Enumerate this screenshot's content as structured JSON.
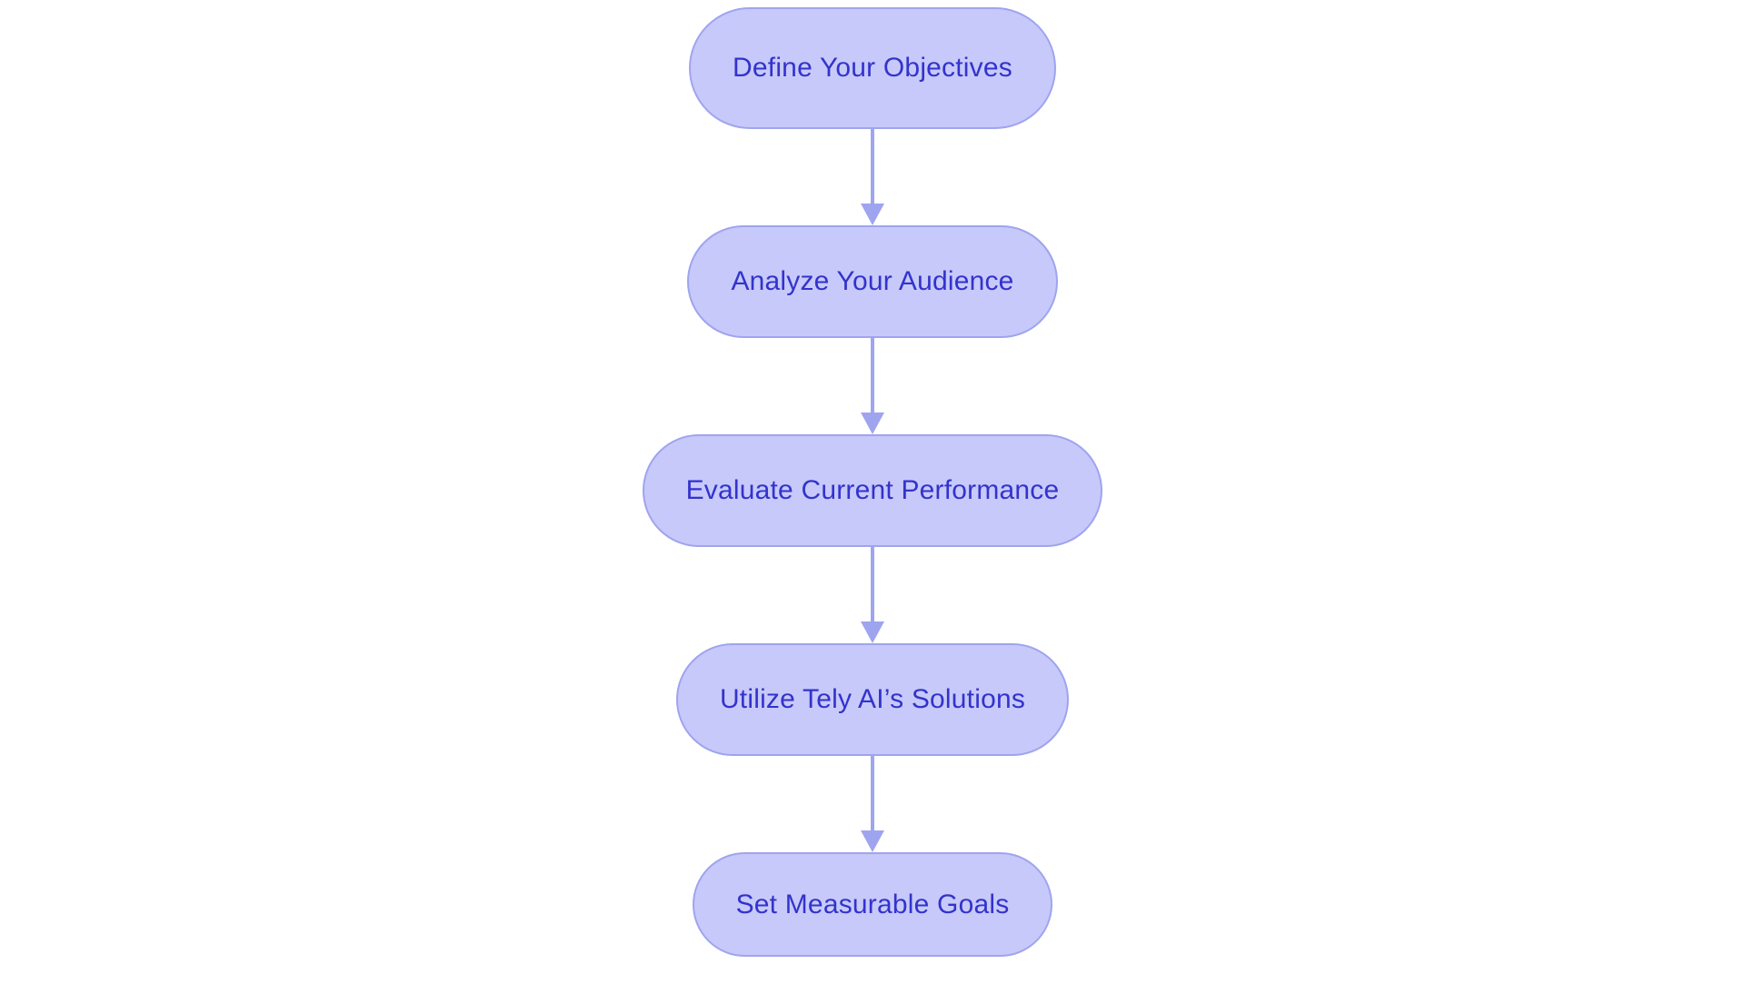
{
  "diagram": {
    "type": "flowchart",
    "orientation": "vertical-top-to-bottom",
    "background_color": "#ffffff",
    "node_fill_color": "#c7c9fa",
    "node_border_color": "#9fa4ef",
    "node_text_color": "#3333cc",
    "connector_color": "#9fa4ef",
    "node_shape": "stadium",
    "nodes": [
      {
        "id": "step-1",
        "label": "Define Your Objectives"
      },
      {
        "id": "step-2",
        "label": "Analyze Your Audience"
      },
      {
        "id": "step-3",
        "label": "Evaluate Current Performance"
      },
      {
        "id": "step-4",
        "label": "Utilize Tely AI’s Solutions"
      },
      {
        "id": "step-5",
        "label": "Set Measurable Goals"
      }
    ],
    "edges": [
      {
        "from": "step-1",
        "to": "step-2",
        "label": ""
      },
      {
        "from": "step-2",
        "to": "step-3",
        "label": ""
      },
      {
        "from": "step-3",
        "to": "step-4",
        "label": ""
      },
      {
        "from": "step-4",
        "to": "step-5",
        "label": ""
      }
    ]
  }
}
